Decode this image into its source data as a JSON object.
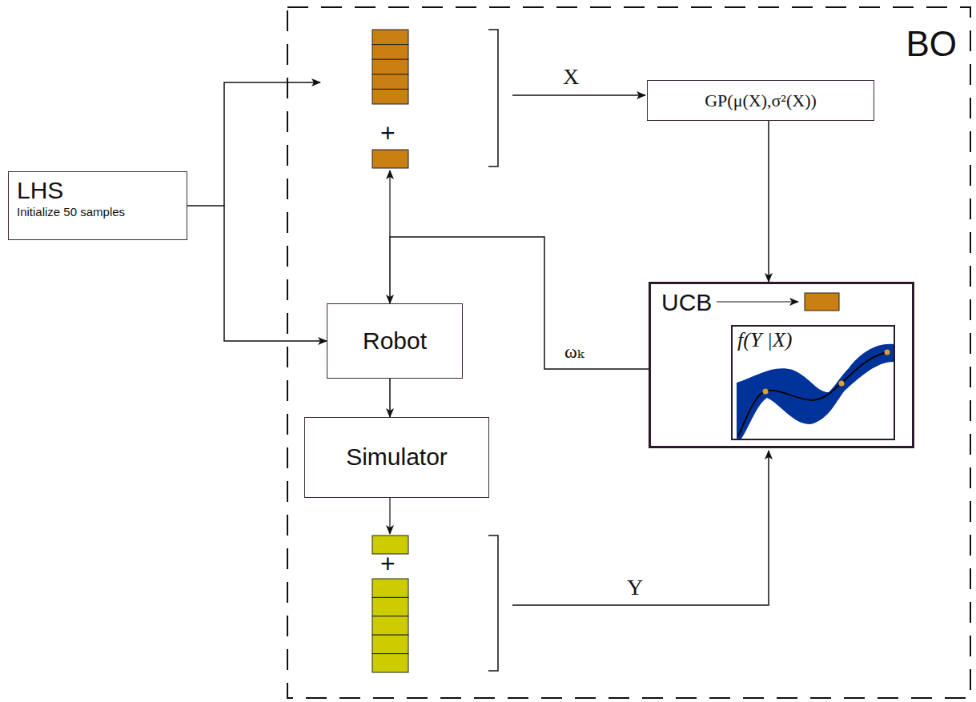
{
  "diagram": {
    "nodes": [
      {
        "text": [
          "BO"
        ]
      },
      {
        "text": [
          "LHS",
          "Initialize 50 samples"
        ]
      },
      {
        "text": [
          "GP(μ(X),σ²(X))"
        ],
        "in": 0
      },
      {
        "text": [
          "UCB"
        ],
        "in": 0
      },
      {
        "text": [
          "f(Y |X)"
        ],
        "in": 3
      },
      {
        "text": [
          "Robot"
        ],
        "in": 0
      },
      {
        "text": [
          "Simulator"
        ],
        "in": 0
      }
    ],
    "edges": [
      {
        "from": 1,
        "to": 5,
        "arrow": "to"
      },
      {
        "from": 5,
        "to": 6,
        "arrow": "to"
      },
      {
        "from": 2,
        "to": 3,
        "arrow": "to"
      },
      {
        "from": 3,
        "to": 5,
        "label": "ωₖ",
        "arrow": "to"
      }
    ],
    "labels": [
      "X",
      "+",
      "+",
      "Y"
    ]
  }
}
